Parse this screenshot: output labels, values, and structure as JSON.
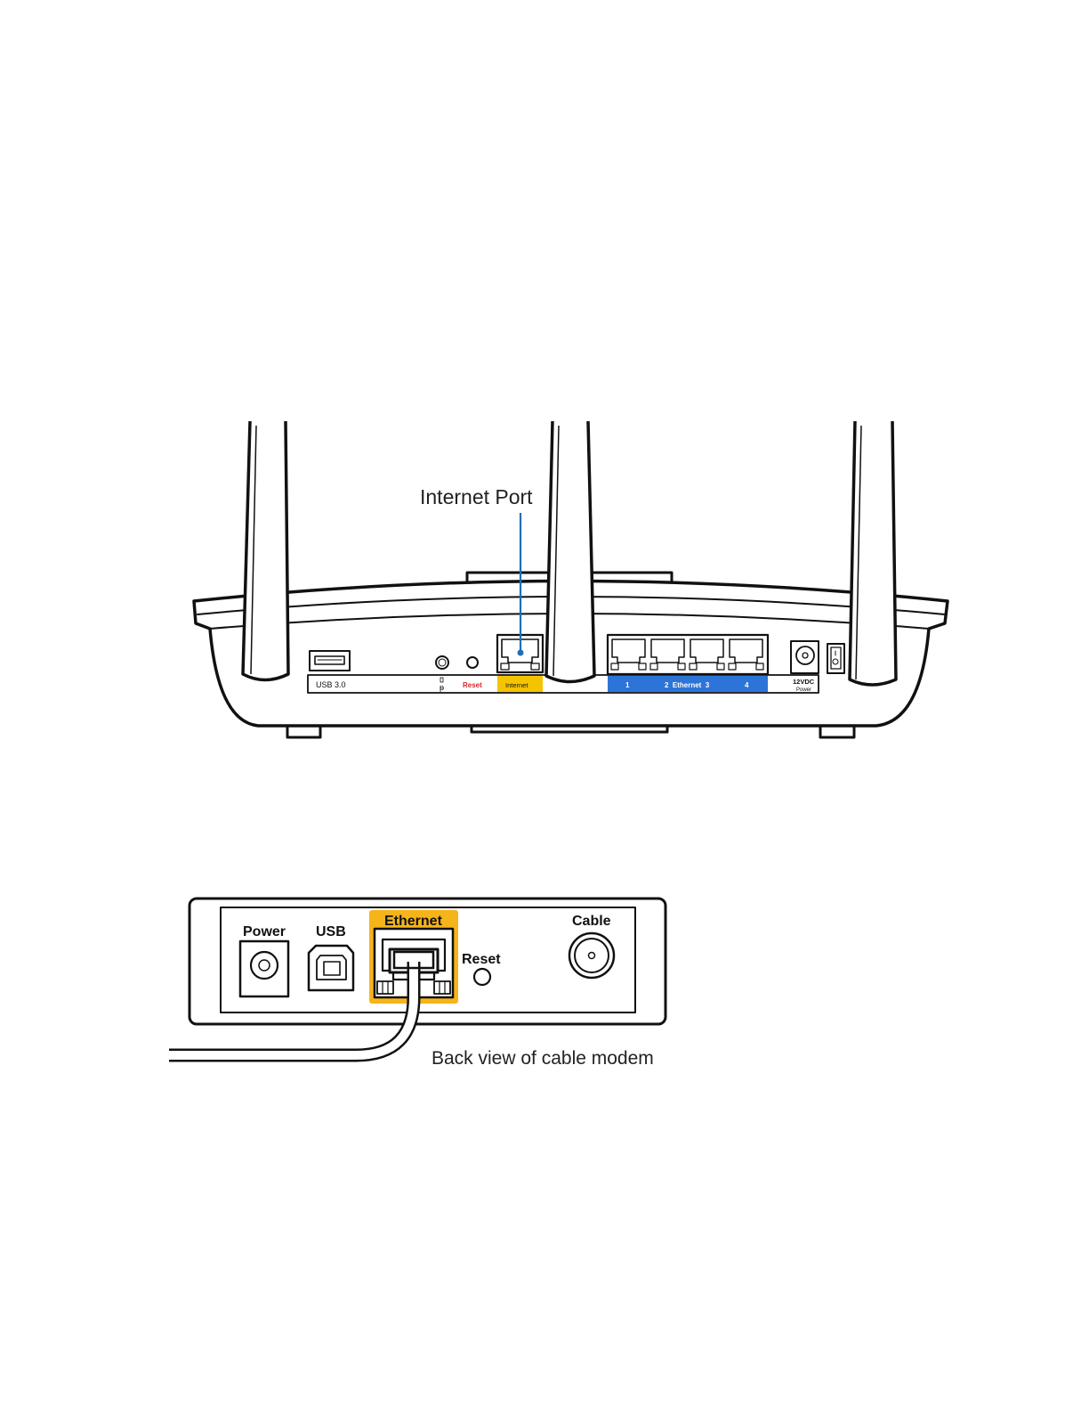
{
  "router": {
    "callout": "Internet Port",
    "labels": {
      "usb": "USB 3.0",
      "reset": "Reset",
      "internet": "Internet",
      "lan1": "1",
      "lan_mid": "2  Ethernet  3",
      "lan4": "4",
      "power_voltage": "12VDC",
      "power": "Power"
    },
    "colors": {
      "internet_highlight": "#f5c400",
      "ethernet_strip": "#2d74d8",
      "reset_text": "#d8262e",
      "callout_line": "#1f6fb5"
    }
  },
  "modem": {
    "caption": "Back view of cable modem",
    "labels": {
      "power": "Power",
      "usb": "USB",
      "ethernet": "Ethernet",
      "reset": "Reset",
      "cable": "Cable"
    },
    "colors": {
      "ethernet_highlight": "#f5b41a"
    }
  }
}
